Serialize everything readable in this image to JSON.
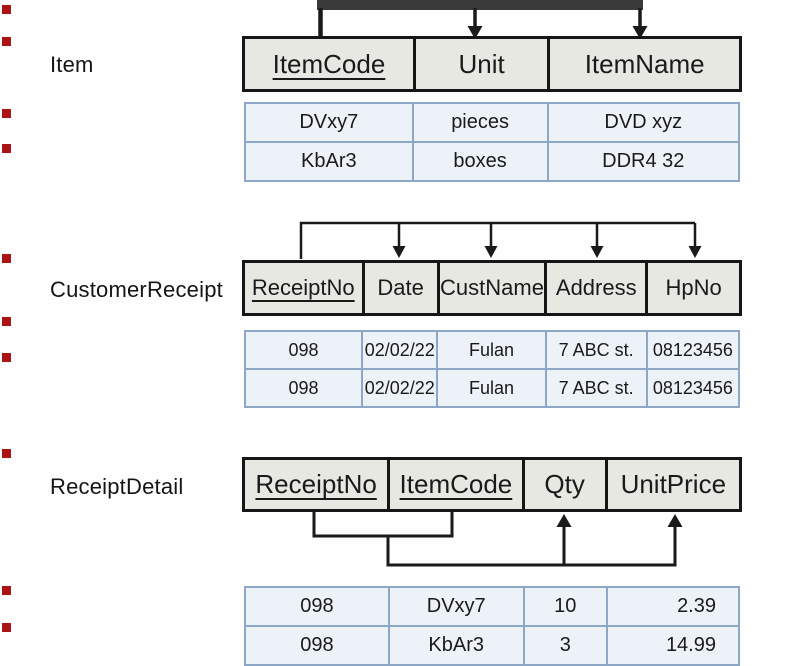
{
  "tables": [
    {
      "label": "Item",
      "columns": [
        "ItemCode",
        "Unit",
        "ItemName"
      ],
      "key_columns": [
        "ItemCode"
      ],
      "rows": [
        [
          "DVxy7",
          "pieces",
          "DVD xyz"
        ],
        [
          "KbAr3",
          "boxes",
          "DDR4 32"
        ]
      ]
    },
    {
      "label": "CustomerReceipt",
      "columns": [
        "ReceiptNo",
        "Date",
        "CustName",
        "Address",
        "HpNo"
      ],
      "key_columns": [
        "ReceiptNo"
      ],
      "rows": [
        [
          "098",
          "02/02/22",
          "Fulan",
          "7 ABC st.",
          "08123456"
        ],
        [
          "098",
          "02/02/22",
          "Fulan",
          "7 ABC st.",
          "08123456"
        ]
      ]
    },
    {
      "label": "ReceiptDetail",
      "columns": [
        "ReceiptNo",
        "ItemCode",
        "Qty",
        "UnitPrice"
      ],
      "key_columns": [
        "ReceiptNo",
        "ItemCode"
      ],
      "rows": [
        [
          "098",
          "DVxy7",
          "10",
          "2.39"
        ],
        [
          "098",
          "KbAr3",
          "3",
          "14.99"
        ]
      ]
    }
  ],
  "colors": {
    "header_fill": "#e8e8e3",
    "header_border": "#161616",
    "data_fill": "#edf1f8",
    "data_border": "#8ea7c6",
    "connector": "#1a1a1a",
    "top_bar": "#3a3a3a",
    "edge_marker": "#aa1414"
  }
}
